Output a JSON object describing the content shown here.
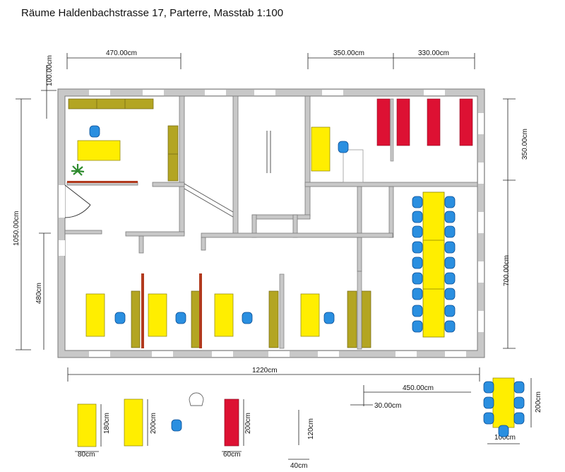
{
  "title": "Räume Haldenbachstrasse 17, Parterre, Masstab 1:100",
  "dimensions": {
    "top_left": "470.00cm",
    "top_mid": "350.00cm",
    "top_right": "330.00cm",
    "left_small": "100.00cm",
    "left_total": "1050.00cm",
    "left_lower": "480cm",
    "right_upper": "350.00cm",
    "right_lower": "700.00cm",
    "bottom_total": "1220cm",
    "legend_table_width": "80cm",
    "legend_table_len": "180cm",
    "legend_desk_len": "200cm",
    "legend_red_len": "200cm",
    "legend_red_width": "60cm",
    "legend_gap_120": "120cm",
    "legend_gap_40": "40cm",
    "legend_450": "450.00cm",
    "legend_30": "30.00cm",
    "legend_conf_len": "200cm",
    "legend_conf_width": "100cm"
  },
  "colors": {
    "wall": "#c8c8c8",
    "wall_edge": "#7a7a7a",
    "desk": "#ffee00",
    "desk_edge": "#8a8000",
    "chair": "#2a8fe0",
    "chair_edge": "#0b4f96",
    "cabinet": "#b3a522",
    "cabinet_edge": "#6f6510",
    "red_shelf": "#dd1133",
    "partition": "#b23a1e",
    "plant": "#2e8b2e",
    "line": "#222222"
  },
  "icons": {
    "chair": "office-chair-icon",
    "plant": "plant-icon",
    "door": "door-swing-icon"
  }
}
